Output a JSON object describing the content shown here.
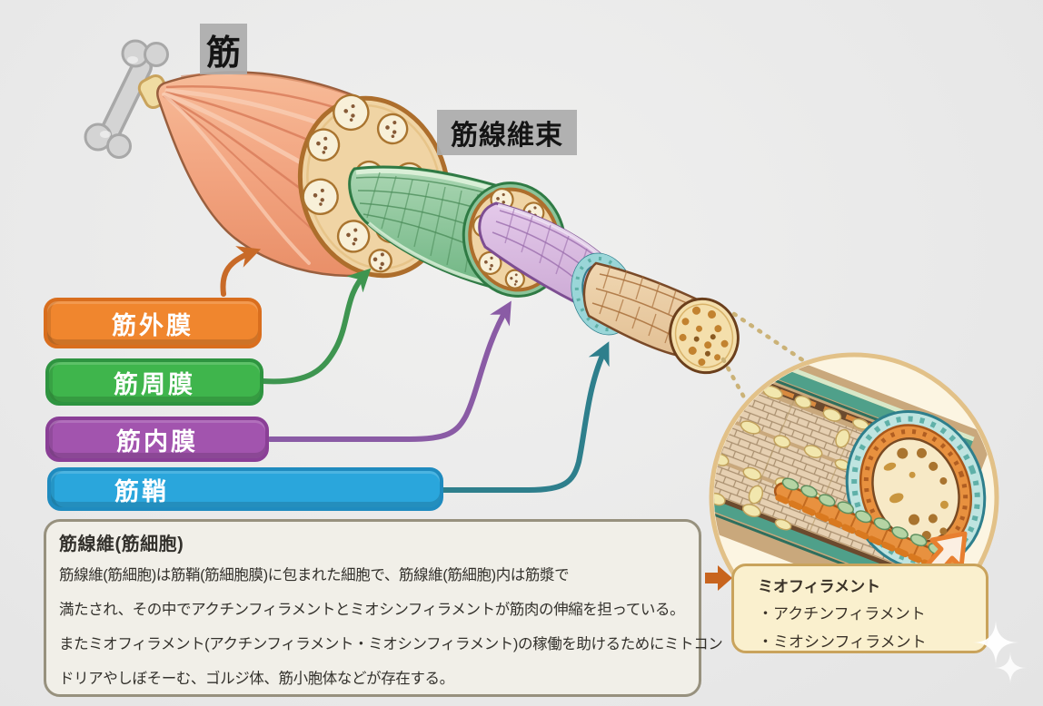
{
  "scene": {
    "background_color": "#E9E9E9",
    "description_tags": {
      "muscle_label": "筋",
      "fascicle_label": "筋線維束"
    }
  },
  "membrane_labels": [
    {
      "id": "epimysium",
      "label": "筋外膜",
      "fill": "#F0862E",
      "border": "#D96E1E",
      "arrow_color": "#C86A28"
    },
    {
      "id": "perimysium",
      "label": "筋周膜",
      "fill": "#3FB54C",
      "border": "#2E9440",
      "arrow_color": "#3E9550"
    },
    {
      "id": "endomysium",
      "label": "筋内膜",
      "fill": "#A254AE",
      "border": "#8A3F96",
      "arrow_color": "#8A5BA5"
    },
    {
      "id": "sarcolemma",
      "label": "筋鞘",
      "fill": "#2AA6DC",
      "border": "#1F8BBF",
      "arrow_color": "#2E7F8C"
    }
  ],
  "info_box": {
    "title": "筋線維(筋細胞)",
    "lines": [
      "筋線維(筋細胞)は筋鞘(筋細胞膜)に包まれた細胞で、筋線維(筋細胞)内は筋漿で",
      "満たされ、その中でアクチンフィラメントとミオシンフィラメントが筋肉の伸縮を担っている。",
      "またミオフィラメント(アクチンフィラメント・ミオシンフィラメント)の稼働を助けるためにミトコン",
      "ドリアやしぼそーむ、ゴルジ体、筋小胞体などが存在する。"
    ]
  },
  "myofilament_box": {
    "title": "ミオフィラメント",
    "items": [
      "・アクチンフィラメント",
      "・ミオシンフィラメント"
    ]
  }
}
